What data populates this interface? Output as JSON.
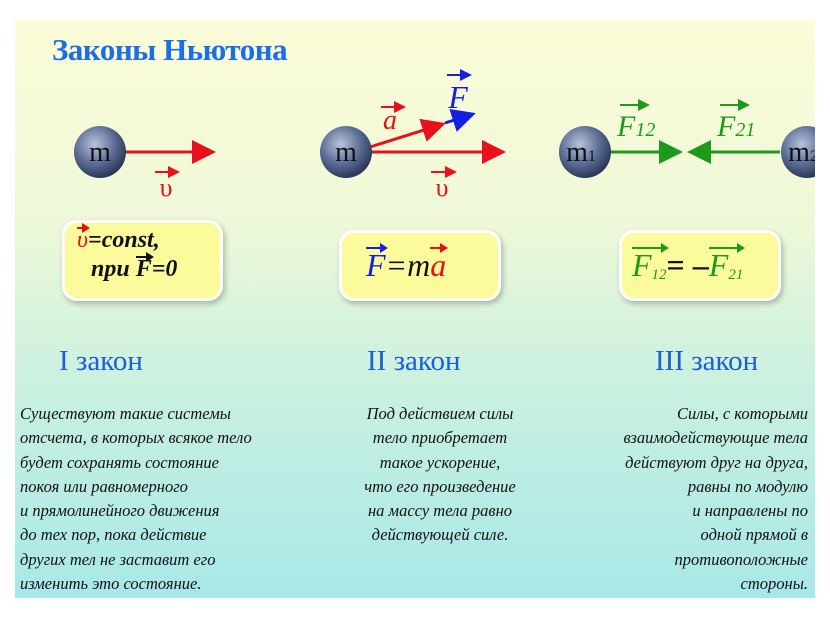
{
  "title": "Законы Ньютона",
  "diagram": {
    "law1": {
      "mass": "m",
      "velocity": "υ"
    },
    "law2": {
      "mass": "m",
      "acceleration": "a",
      "force": "F",
      "velocity": "υ"
    },
    "law3": {
      "mass1": "m",
      "mass1_sub": "1",
      "mass2": "m",
      "mass2_sub": "2",
      "force12": "F",
      "force12_sub": "12",
      "force21": "F",
      "force21_sub": "21"
    }
  },
  "formulas": {
    "law1": {
      "v": "υ",
      "eq": "=const,",
      "pri": "при ",
      "F": "F",
      "zero": "=0"
    },
    "law2": {
      "F": "F",
      "eq": "=m",
      "a": "a"
    },
    "law3": {
      "F12": "F",
      "sub12": "12",
      "eq": "= –",
      "F21": "F",
      "sub21": "21"
    }
  },
  "laws": [
    {
      "name": "I закон",
      "text": [
        "Существуют такие системы",
        "отсчета, в которых всякое тело",
        "будет сохранять состояние",
        "покоя или равномерного",
        "и прямолинейного движения",
        "до тех пор, пока действие",
        "других тел не заставит его",
        "изменить это состояние."
      ]
    },
    {
      "name": "II закон",
      "text": [
        "Под действием силы",
        "тело приобретает",
        "такое ускорение,",
        "что его произведение",
        "на массу тела равно",
        "действующей силе."
      ]
    },
    {
      "name": "III закон",
      "text": [
        "Силы, с которыми",
        "взаимодействующие тела",
        "действуют друг на друга,",
        "равны по модулю",
        "и направлены по",
        "одной прямой в",
        "противоположные",
        "стороны."
      ]
    }
  ],
  "colors": {
    "title": "#1a6ee8",
    "velocity": "#e8101a",
    "force": "#1420e0",
    "interaction": "#1c9a1c",
    "box": "#fbfb9c"
  }
}
